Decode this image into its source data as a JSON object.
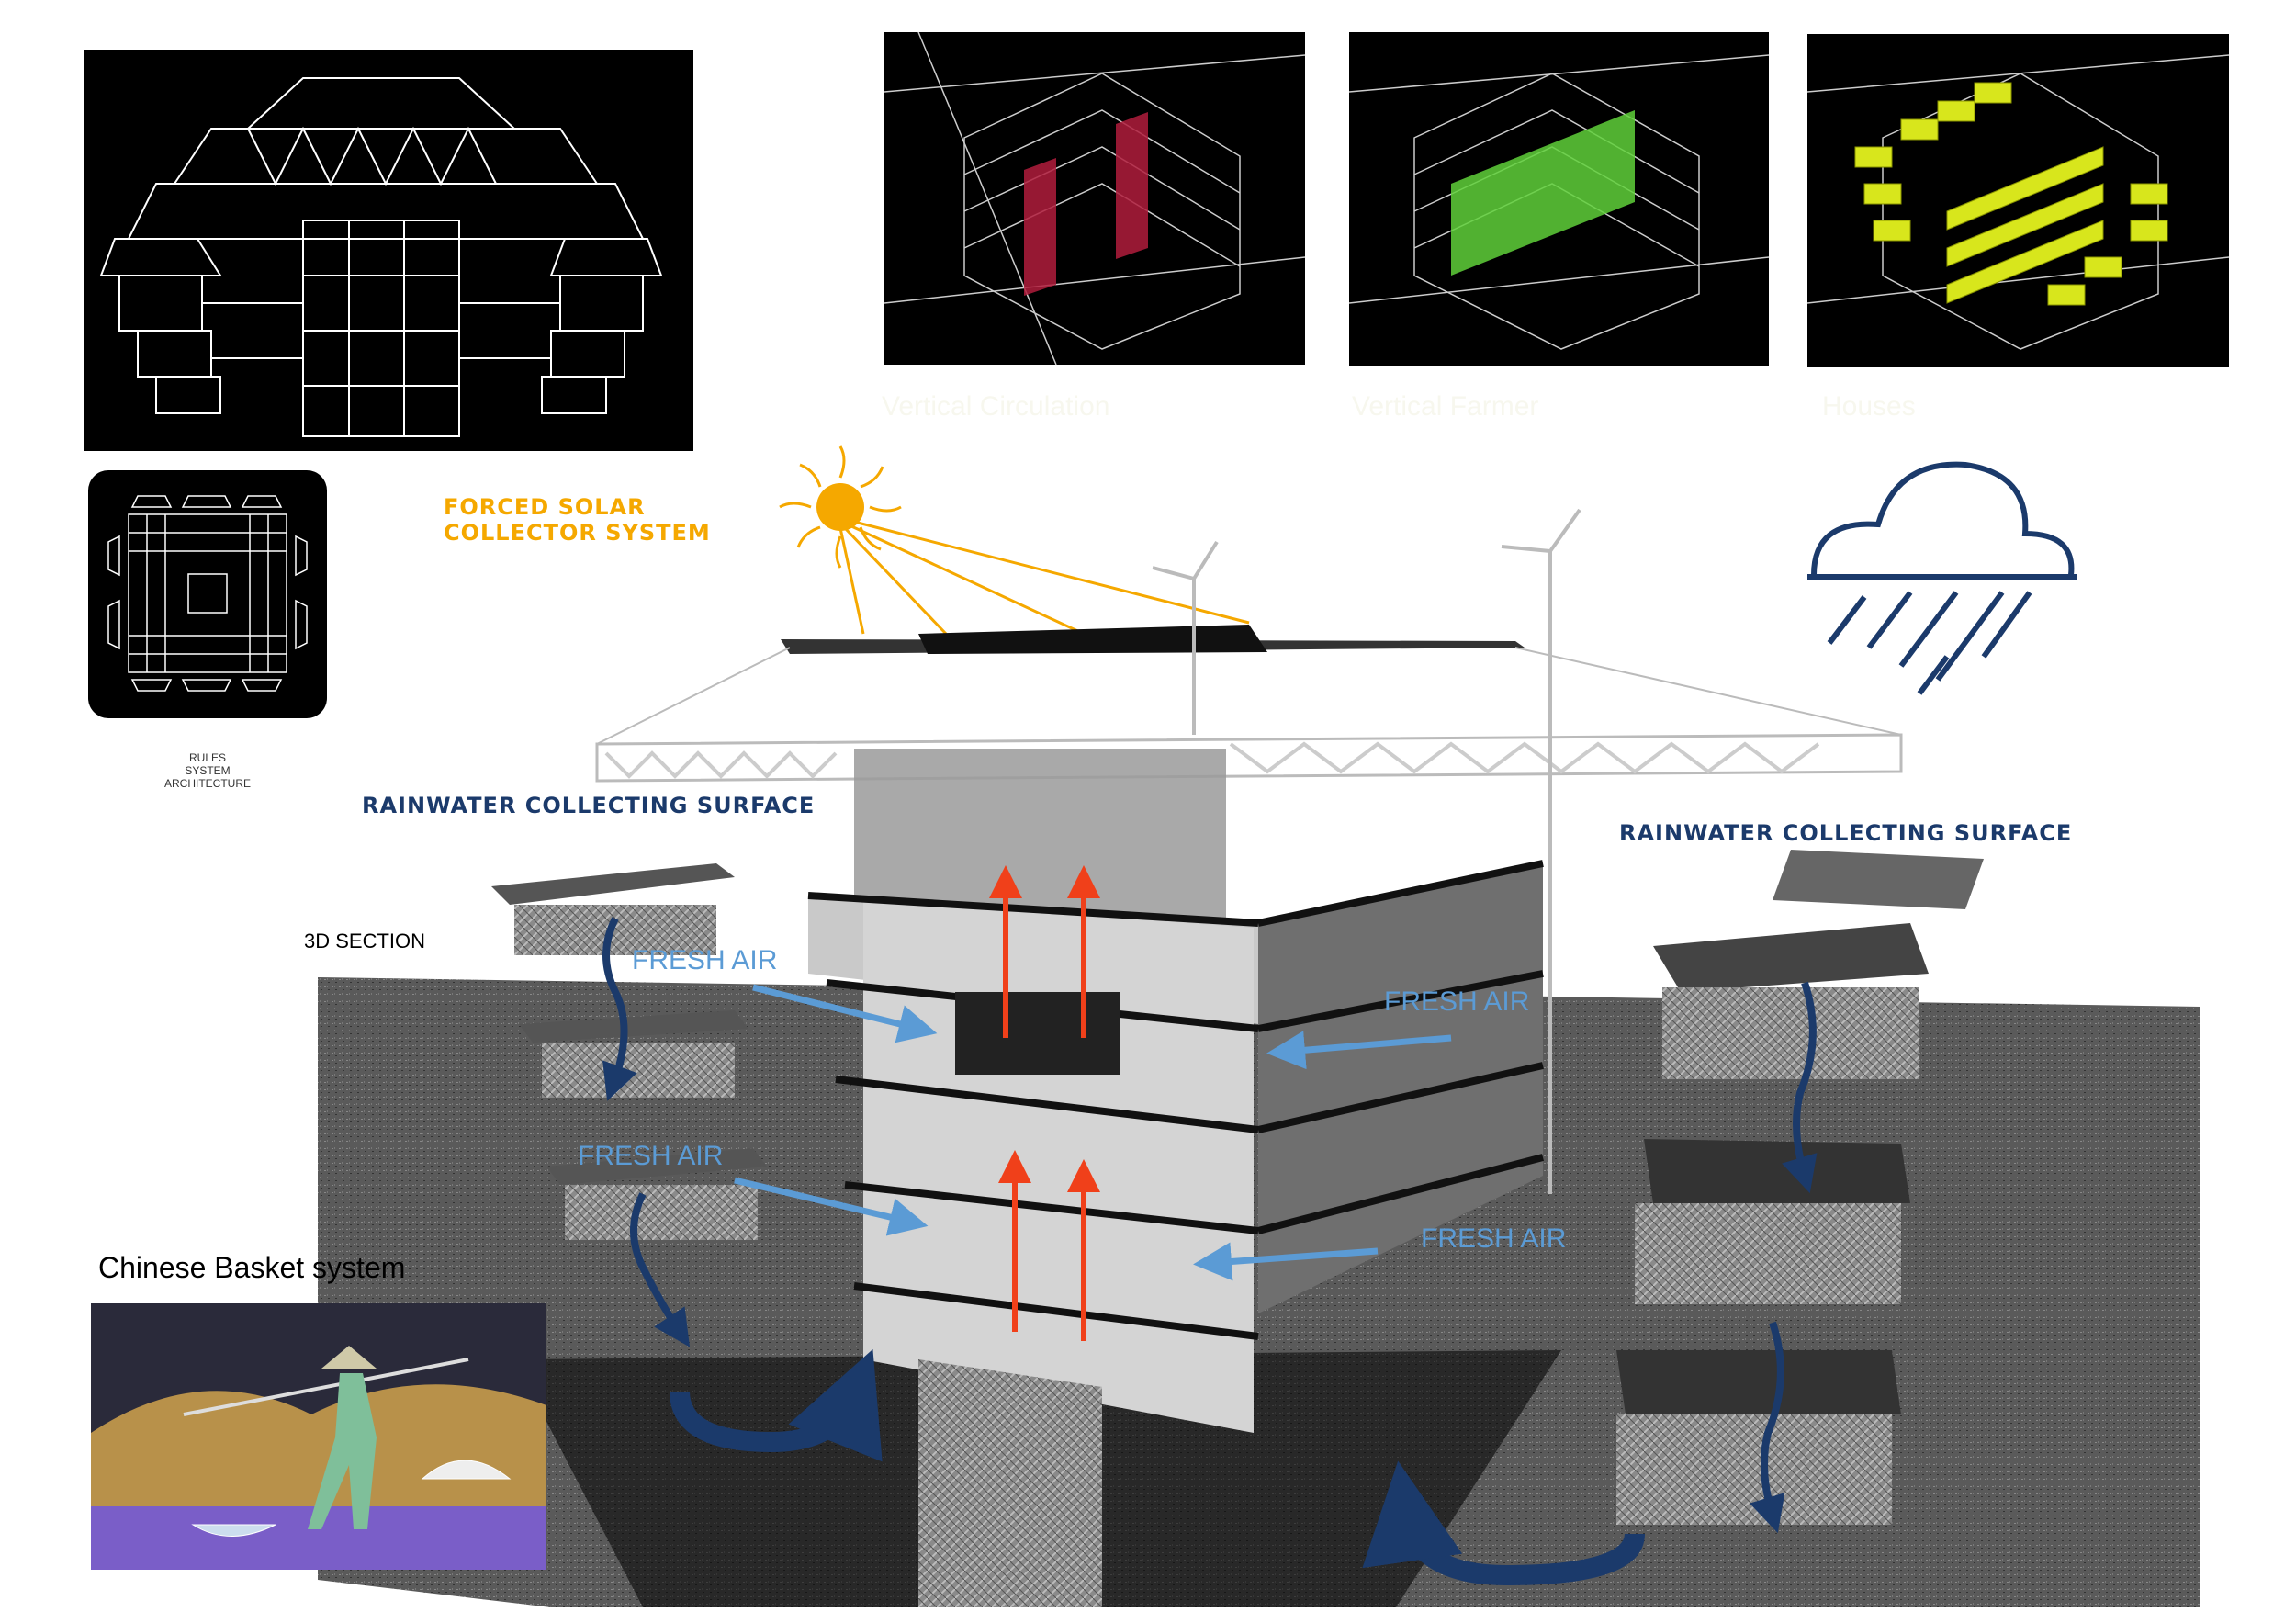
{
  "panels": {
    "circulation_caption": "Vertical Circulation",
    "farmer_caption": "Vertical Farmer",
    "houses_caption": "Houses"
  },
  "plan": {
    "caption_lines": [
      "RULES",
      "SYSTEM",
      "ARCHITECTURE"
    ]
  },
  "labels": {
    "solar_lines": [
      "FORCED SOLAR",
      "COLLECTOR SYSTEM"
    ],
    "rainwater_left": "RAINWATER COLLECTING SURFACE",
    "rainwater_right": "RAINWATER COLLECTING SURFACE",
    "section": "3D SECTION",
    "fresh_air": [
      "FRESH AIR",
      "FRESH AIR",
      "FRESH AIR",
      "FRESH AIR"
    ],
    "basket": "Chinese Basket system"
  },
  "colors": {
    "solar": "#f5a800",
    "rain": "#1b3a6b",
    "fresh_air": "#5b9bd5",
    "heat": "#f0401a",
    "circulation": "#b01c3c",
    "farmer": "#5fd03a",
    "houses": "#d8e61c"
  }
}
